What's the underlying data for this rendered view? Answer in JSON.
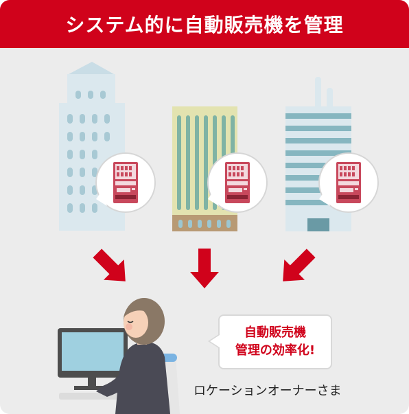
{
  "header": {
    "title": "システム的に自動販売機を管理"
  },
  "bubble": {
    "line1": "自動販売機",
    "line2": "管理の効率化!"
  },
  "owner": {
    "label": "ロケーションオーナーさま"
  },
  "colors": {
    "accent": "#d0021b",
    "background": "#ececec",
    "vending_machine": "#c8485c"
  }
}
